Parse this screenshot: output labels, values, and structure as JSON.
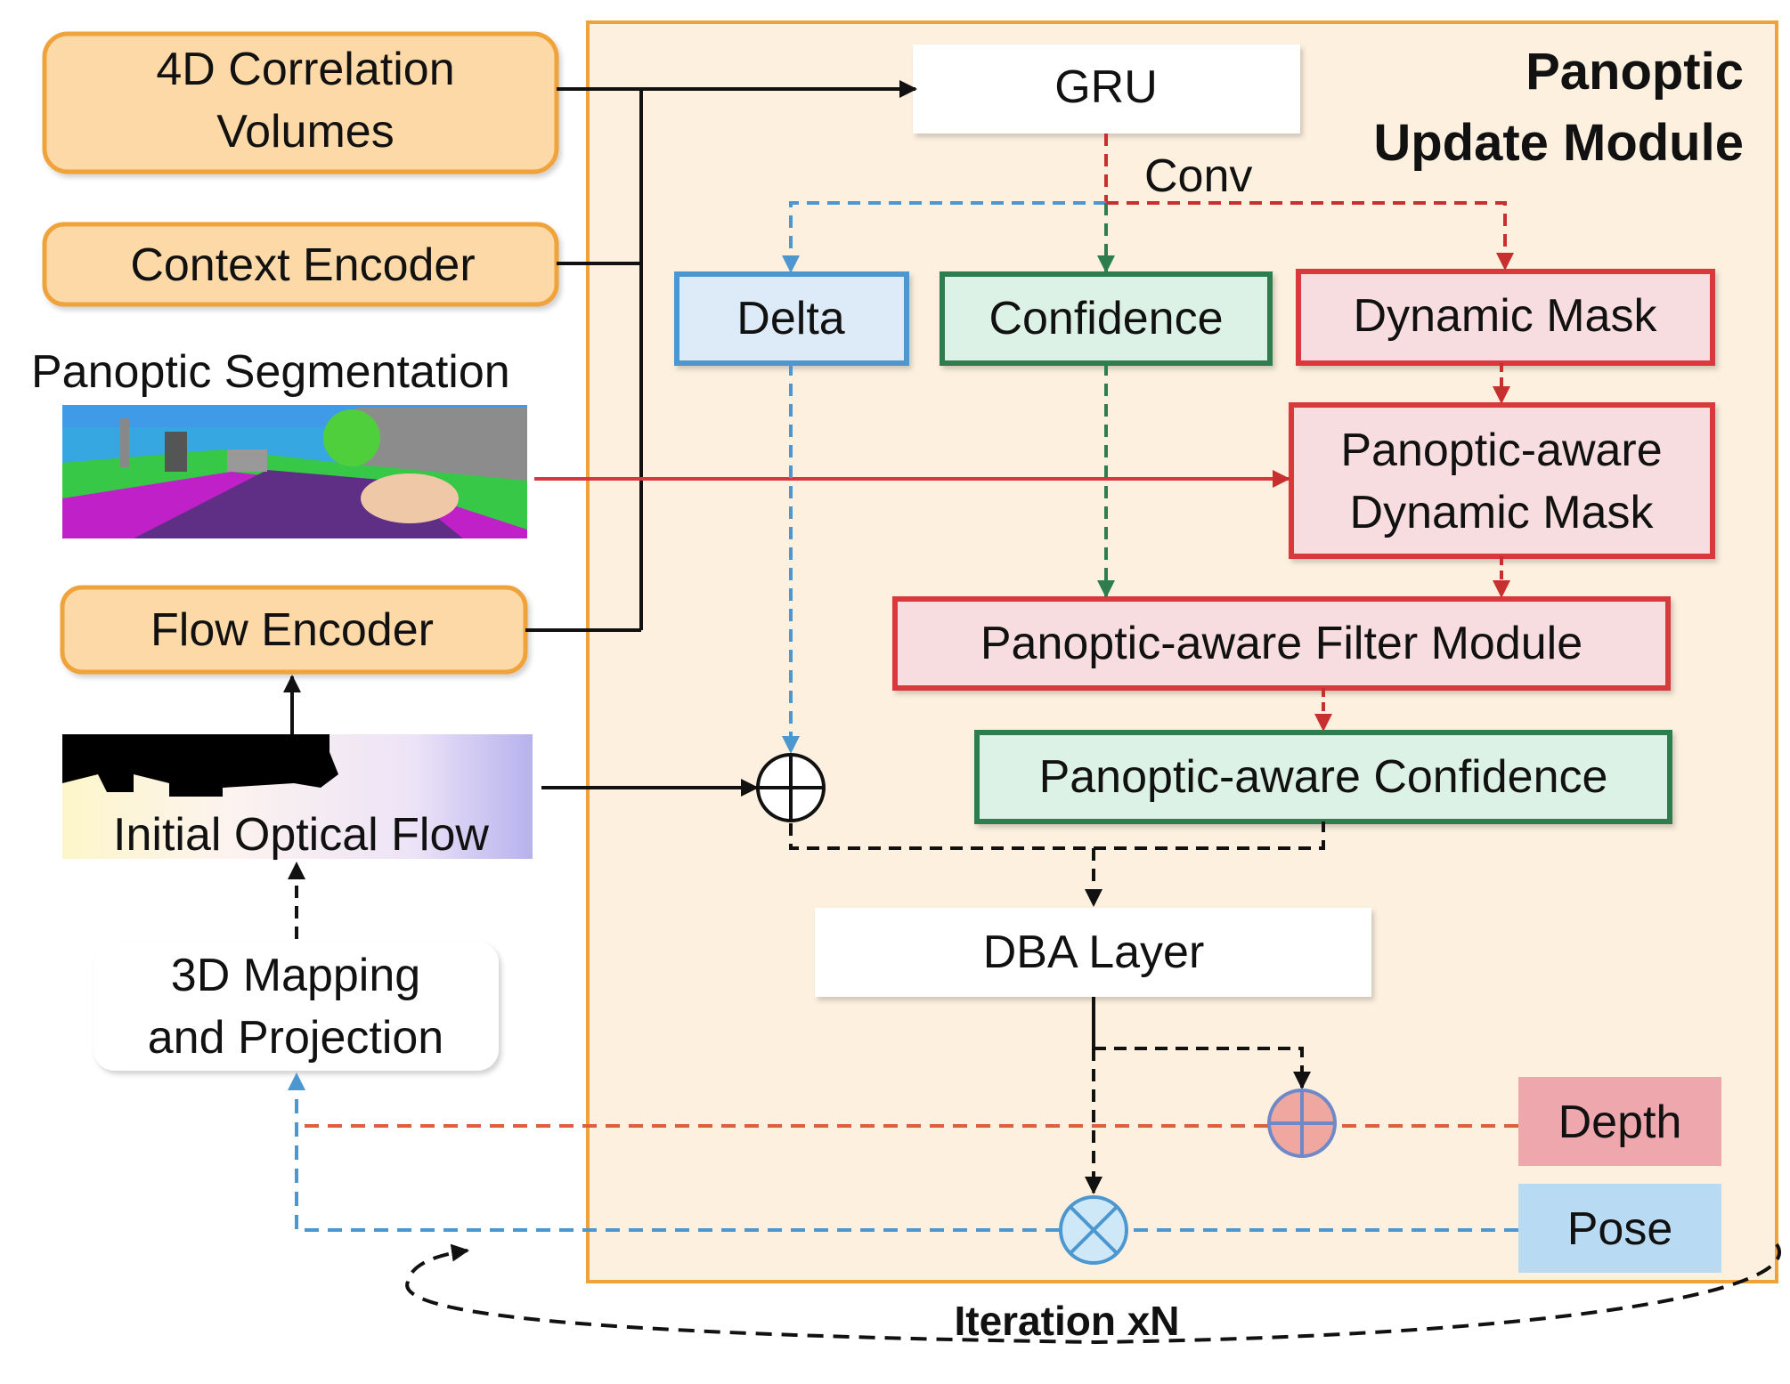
{
  "module_title": [
    "Panoptic",
    "Update Module"
  ],
  "inputs": {
    "correlation": [
      "4D Correlation",
      "Volumes"
    ],
    "context": "Context Encoder",
    "panoptic_seg": "Panoptic Segmentation",
    "flow_encoder": "Flow Encoder",
    "initial_flow": "Initial Optical Flow",
    "mapping": [
      "3D Mapping",
      "and Projection"
    ]
  },
  "module": {
    "gru": "GRU",
    "conv": "Conv",
    "delta": "Delta",
    "confidence": "Confidence",
    "dynamic_mask": "Dynamic Mask",
    "pa_dynamic_mask": [
      "Panoptic-aware",
      "Dynamic Mask"
    ],
    "pa_filter": "Panoptic-aware Filter Module",
    "pa_confidence": "Panoptic-aware Confidence",
    "dba": "DBA Layer",
    "depth": "Depth",
    "pose": "Pose"
  },
  "iteration": "Iteration xN",
  "colors": {
    "orange_border": "#f0a23a",
    "orange_fill": "#fcd9a6",
    "module_bg": "#fdf0de",
    "blue": "#4d97d0",
    "blue_fill": "#dcebf7",
    "green": "#2e7d4f",
    "green_fill": "#ddf2e6",
    "red": "#d9373d",
    "red_fill": "#f8dde0",
    "depth_fill": "#eea7ad",
    "pose_fill": "#b8dbf3"
  }
}
